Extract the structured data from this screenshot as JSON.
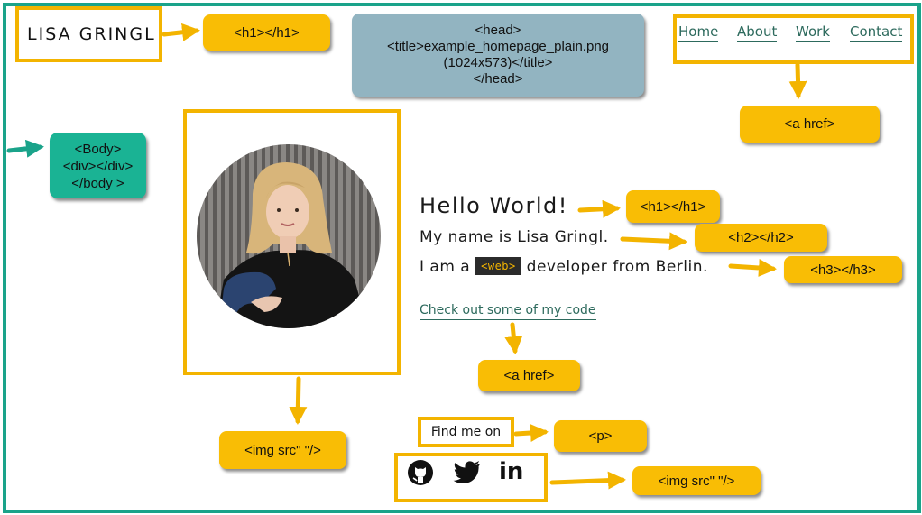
{
  "logo": {
    "text": "LISA GRINGL"
  },
  "nav": {
    "home": "Home",
    "about": "About",
    "work": "Work",
    "contact": "Contact"
  },
  "hero": {
    "h1": "Hello World!",
    "h2": "My name is Lisa Gringl.",
    "h3_pre": "I am a",
    "h3_tag": "<web>",
    "h3_post": "developer from Berlin.",
    "code_link": "Check out some of my code"
  },
  "social": {
    "find_me": "Find me on",
    "icons": [
      "github-icon",
      "twitter-icon",
      "linkedin-icon"
    ]
  },
  "annotations": {
    "head": [
      "<head>",
      "<title>example_homepage_plain.png",
      "(1024x573)</title>",
      "</head>"
    ],
    "body": [
      "<Body>",
      "<div></div>",
      "</body >"
    ],
    "logo_tag": "<h1></h1>",
    "nav_tag": "<a href>",
    "h1_tag": "<h1></h1>",
    "h2_tag": "<h2></h2>",
    "h3_tag": "<h3></h3>",
    "link_tag": "<a href>",
    "img_tag": "<img src\" \"/>",
    "p_tag": "<p>",
    "icons_tag": "<img src\" \"/>"
  },
  "colors": {
    "frame": "#1aa38a",
    "highlight": "#f3b400",
    "pill": "#f9bd05",
    "link": "#2d6a5d",
    "head_box": "#92b4c1",
    "body_box": "#1ab394"
  }
}
